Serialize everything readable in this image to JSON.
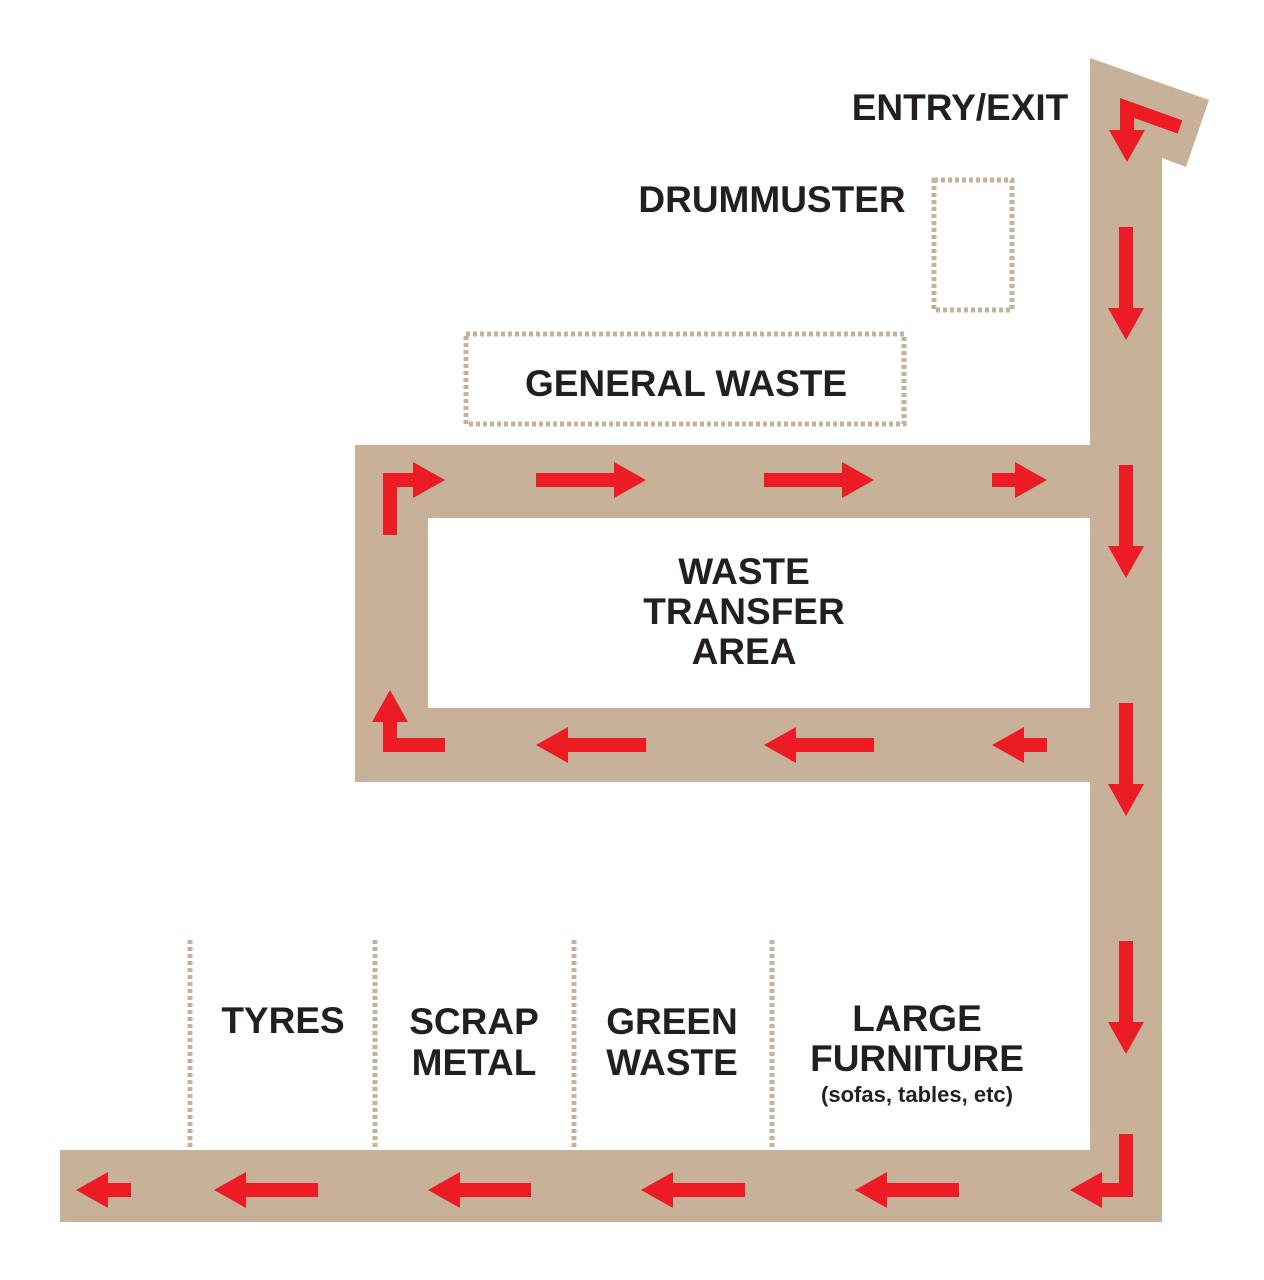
{
  "labels": {
    "entry_exit": "ENTRY/EXIT",
    "drummuster": "DRUMMUSTER",
    "general_waste": "GENERAL WASTE",
    "waste_transfer": [
      "WASTE",
      "TRANSFER",
      "AREA"
    ],
    "tyres": "TYRES",
    "scrap_metal": [
      "SCRAP",
      "METAL"
    ],
    "green_waste": [
      "GREEN",
      "WASTE"
    ],
    "large_furniture": [
      "LARGE",
      "FURNITURE"
    ],
    "large_furniture_note": "(sofas, tables, etc)"
  },
  "colors": {
    "road": "#c8b199",
    "arrow": "#ed1c24",
    "text": "#231f20"
  }
}
